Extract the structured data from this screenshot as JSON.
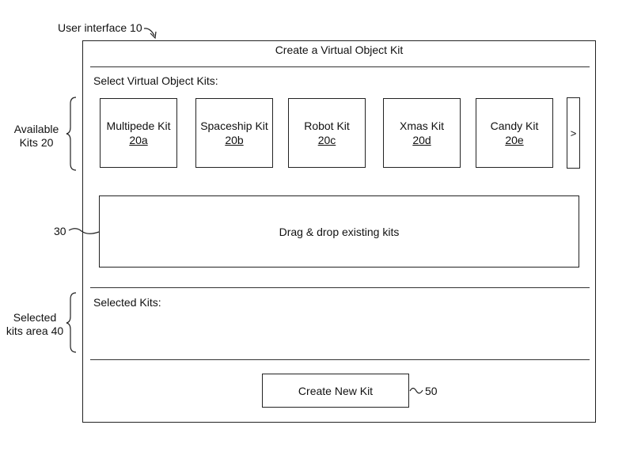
{
  "annotations": {
    "user_interface": "User interface 10",
    "available_kits": [
      "Available",
      "Kits 20"
    ],
    "drop_zone_ref": "30",
    "selected_kits_area": [
      "Selected",
      "kits area 40"
    ],
    "create_button_ref": "50"
  },
  "window": {
    "title": "Create a Virtual Object Kit"
  },
  "select_section": {
    "heading": "Select Virtual Object Kits:",
    "kits": [
      {
        "name": "Multipede Kit",
        "ref": "20a"
      },
      {
        "name": "Spaceship Kit",
        "ref": "20b"
      },
      {
        "name": "Robot Kit",
        "ref": "20c"
      },
      {
        "name": "Xmas Kit",
        "ref": "20d"
      },
      {
        "name": "Candy Kit",
        "ref": "20e"
      }
    ],
    "scroll_label": ">"
  },
  "drop_zone": {
    "text": "Drag & drop existing kits"
  },
  "selected_section": {
    "heading": "Selected Kits:"
  },
  "create_button": {
    "label": "Create New Kit"
  }
}
